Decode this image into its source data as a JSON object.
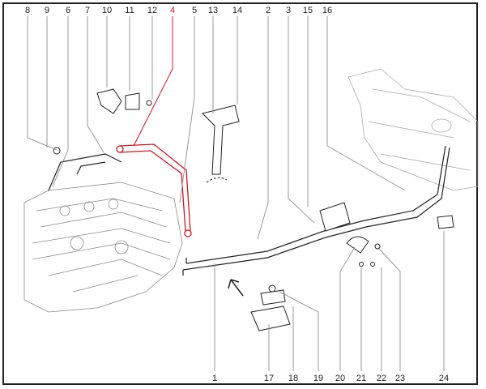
{
  "diagram": {
    "top_callouts": [
      "8",
      "9",
      "6",
      "7",
      "10",
      "11",
      "12",
      "4",
      "5",
      "13",
      "14",
      "2",
      "3",
      "15",
      "16"
    ],
    "bottom_callouts": [
      "1",
      "17",
      "18",
      "19",
      "20",
      "21",
      "22",
      "23",
      "24"
    ],
    "highlighted_callout": "4",
    "colors": {
      "highlight": "#d8141c",
      "line": "#222222",
      "faint": "#9a9a9a"
    }
  }
}
